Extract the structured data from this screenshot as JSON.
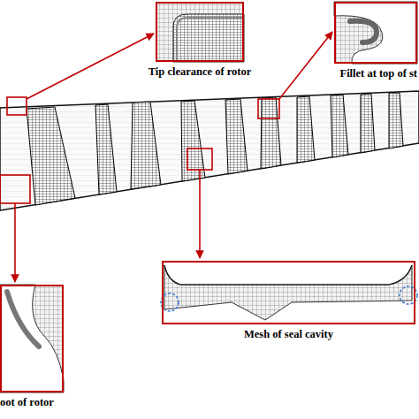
{
  "diagram": {
    "nodes": [
      {
        "text": [
          "Tip clearance of rotor"
        ]
      },
      {
        "text": [
          "Fillet at top of st"
        ]
      },
      {
        "text": [
          "Mesh of seal cavity"
        ]
      },
      {
        "text": [
          "oot of rotor"
        ]
      }
    ]
  }
}
